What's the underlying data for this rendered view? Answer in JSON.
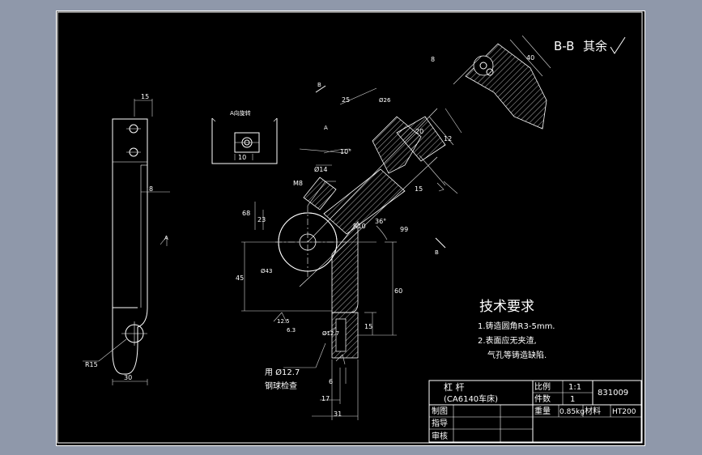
{
  "drawing": {
    "section_label": "B-B",
    "surface_note": "其余",
    "view_note": "A向旋转",
    "requirements": {
      "title": "技术要求",
      "item1": "1.铸造圆角R3-5mm.",
      "item2": "2.表面应无夹渣,",
      "item3": "气孔等铸造缺陷."
    },
    "ball_note": {
      "line1": "用 Ø12.7",
      "line2": "钢球检查"
    },
    "dimensions": {
      "d15_top": "15",
      "d8": "8",
      "r15": "R15",
      "d30": "30",
      "d10": "10",
      "d10deg": "10°",
      "d14": "Ø14",
      "m8": "M8",
      "d25": "25",
      "d26": "Ø26",
      "d68": "68",
      "d23": "23",
      "r10": "R10",
      "d36": "36°",
      "d99": "99",
      "d43": "Ø43",
      "d45": "45",
      "d60": "60",
      "d15_side": "15",
      "d63": "6.3",
      "d125": "12.5",
      "d6": "6",
      "d17": "17",
      "d31": "31",
      "d8b": "8",
      "d40": "40",
      "d20": "20",
      "d12": "12",
      "d15b": "15",
      "d127": "Ø12.7"
    },
    "labels": {
      "b_top": "B",
      "b_bottom": "B",
      "a_mark": "A",
      "a_side": "A"
    }
  },
  "title_block": {
    "part_name": "杠          杆",
    "machine": "(CA6140车床)",
    "scale_label": "比例",
    "scale_value": "1:1",
    "qty_label": "件数",
    "qty_value": "1",
    "weight_label": "重量",
    "weight_value": "0.85kg",
    "material_label": "材料",
    "material_value": "HT200",
    "drawing_no": "831009",
    "drawn": "制图",
    "guide": "指导",
    "review": "审核"
  }
}
